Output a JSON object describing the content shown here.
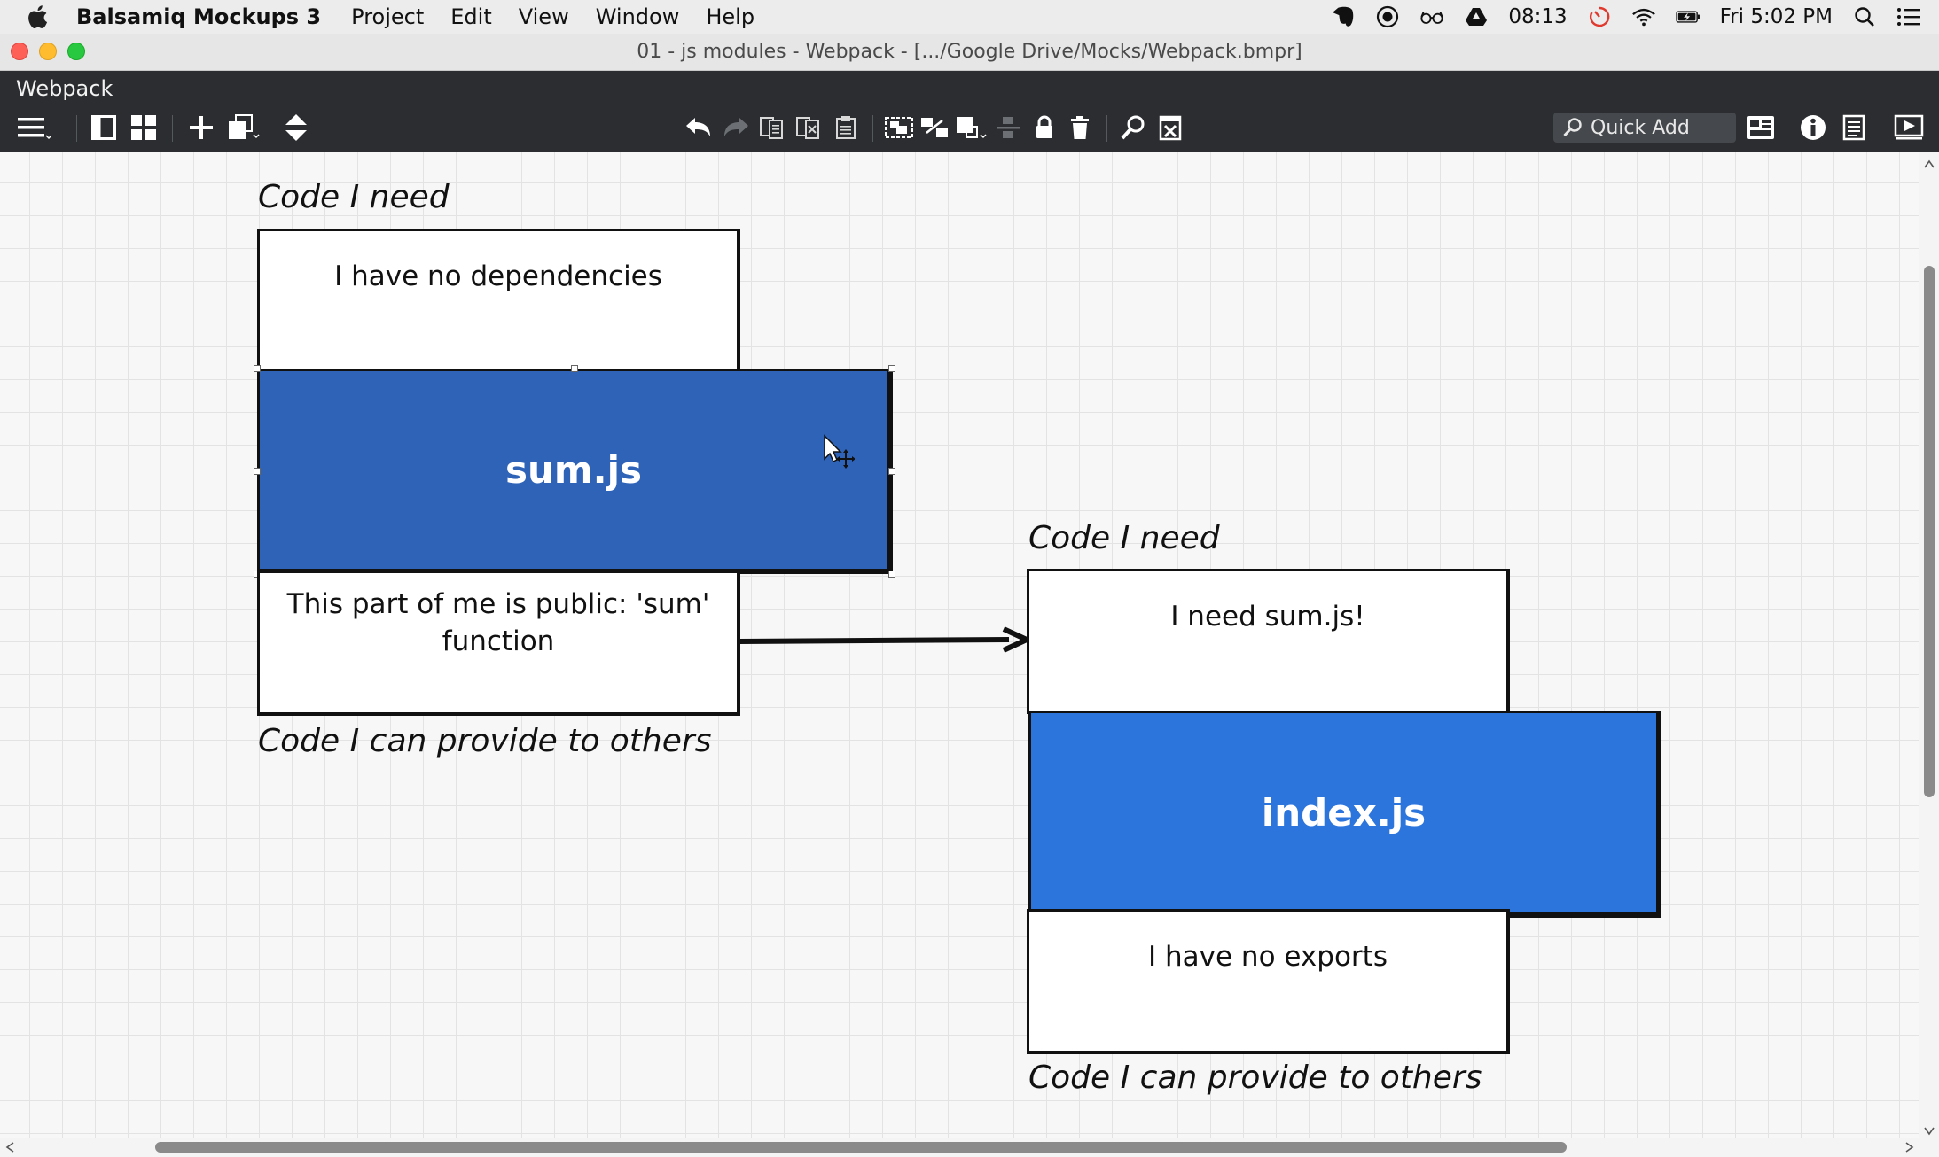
{
  "menubar": {
    "app_name": "Balsamiq Mockups 3",
    "items": [
      "Project",
      "Edit",
      "View",
      "Window",
      "Help"
    ],
    "clock_timer": "08:13",
    "datetime": "Fri 5:02 PM",
    "status_icons": [
      "evernote-icon",
      "record-icon",
      "glasses-icon",
      "drive-icon",
      "timer-icon",
      "wifi-icon",
      "battery-icon",
      "spotlight-icon",
      "notifications-icon"
    ]
  },
  "window": {
    "title": "01 - js modules - Webpack - [.../Google Drive/Mocks/Webpack.bmpr]",
    "traffic_lights": {
      "close": "#fe5f57",
      "minimize": "#febc2e",
      "zoom": "#28c840"
    }
  },
  "app": {
    "document_title": "Webpack",
    "quick_add_placeholder": "Quick Add"
  },
  "diagram": {
    "left_module": {
      "needs_label": "Code I need",
      "dependencies_text": "I have no dependencies",
      "name": "sum.js",
      "color": "#2f63b8",
      "exports_text": "This part of me is public: 'sum' function",
      "provides_label": "Code I can provide to others"
    },
    "right_module": {
      "needs_label": "Code I need",
      "dependencies_text": "I need sum.js!",
      "name": "index.js",
      "color": "#2c75dd",
      "exports_text": "I have no exports",
      "provides_label": "Code I can provide to others"
    }
  }
}
